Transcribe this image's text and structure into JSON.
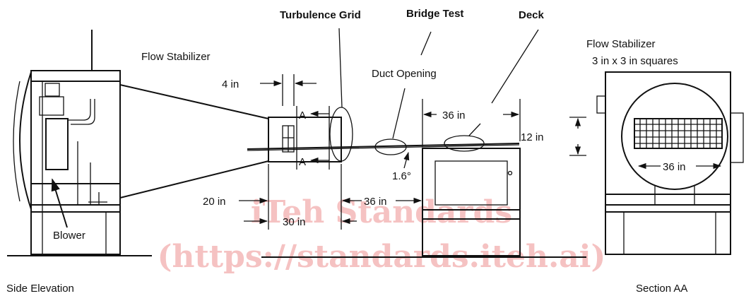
{
  "labels": {
    "turbulence_grid": "Turbulence Grid",
    "bridge_test": "Bridge Test",
    "deck": "Deck",
    "flow_stabilizer_left": "Flow Stabilizer",
    "flow_stabilizer_right": "Flow Stabilizer",
    "squares_note": "3 in x 3 in squares",
    "duct_opening": "Duct Opening",
    "blower": "Blower",
    "side_elevation": "Side Elevation",
    "section_aa": "Section AA",
    "section_mark_top": "A",
    "section_mark_bottom": "A"
  },
  "dimensions": {
    "d4in": "4 in",
    "d36in_top": "36 in",
    "d12in": "12 in",
    "d1_6deg": "1.6°",
    "d20in": "20 in",
    "d36in_bottom": "36 in",
    "d30in": "30 in",
    "d36in_section": "36 in"
  },
  "watermark": {
    "line1": "iTeh Standards",
    "line2": "(https://standards.iteh.ai)"
  }
}
